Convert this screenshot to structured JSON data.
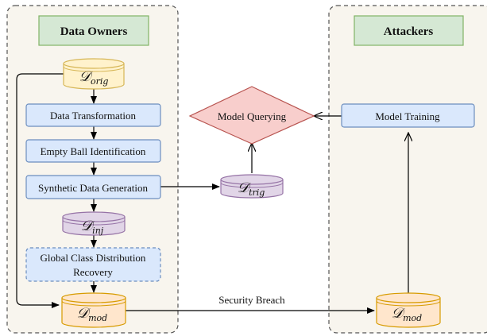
{
  "panels": {
    "data_owners": {
      "title": "Data Owners"
    },
    "attackers": {
      "title": "Attackers"
    }
  },
  "datasets": {
    "orig": {
      "symbol": "𝒟",
      "subscript": "orig"
    },
    "inj": {
      "symbol": "𝒟",
      "subscript": "inj"
    },
    "mod_owner": {
      "symbol": "𝒟",
      "subscript": "mod"
    },
    "trig": {
      "symbol": "𝒟",
      "subscript": "trig"
    },
    "mod_attacker": {
      "symbol": "𝒟",
      "subscript": "mod"
    }
  },
  "steps": {
    "data_transformation": "Data Transformation",
    "empty_ball_identification": "Empty Ball Identification",
    "synthetic_data_generation": "Synthetic Data Generation",
    "global_class_distribution_recovery": [
      "Global Class Distribution",
      "Recovery"
    ],
    "model_training": "Model Training",
    "model_querying": "Model Querying"
  },
  "edges": {
    "security_breach": "Security Breach"
  },
  "colors": {
    "panel_bg": "#f8f5ee",
    "panel_border": "#555555",
    "header_fill": "#d5e8d4",
    "header_stroke": "#82b366",
    "process_fill": "#dae8fc",
    "process_stroke": "#6c8ebf",
    "orange_fill": "#ffe6cc",
    "orange_stroke": "#d79b00",
    "yellow_fill": "#fff2cc",
    "yellow_stroke": "#d6b656",
    "purple_fill": "#e1d5e7",
    "purple_stroke": "#9673a6",
    "diamond_fill": "#f8cecc",
    "diamond_stroke": "#b85450"
  }
}
